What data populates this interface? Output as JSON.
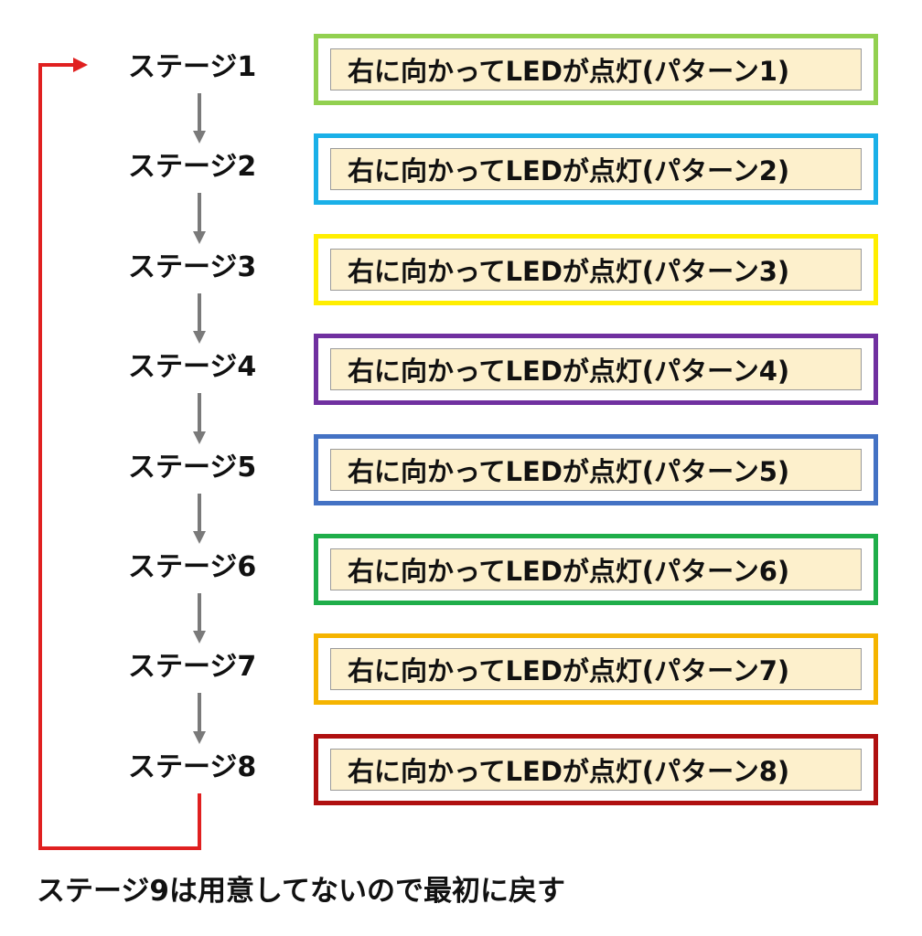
{
  "colors": {
    "loop_arrow": "#e02020",
    "down_arrow": "#7a7a7a",
    "inner_fill": "#fdf0cc",
    "text": "#111111"
  },
  "stages": [
    {
      "label": "ステージ1",
      "pattern": "右に向かってLEDが点灯(パターン1)",
      "border_color": "#92d050"
    },
    {
      "label": "ステージ2",
      "pattern": "右に向かってLEDが点灯(パターン2)",
      "border_color": "#1ab0e8"
    },
    {
      "label": "ステージ3",
      "pattern": "右に向かってLEDが点灯(パターン3)",
      "border_color": "#ffee00"
    },
    {
      "label": "ステージ4",
      "pattern": "右に向かってLEDが点灯(パターン4)",
      "border_color": "#7030a0"
    },
    {
      "label": "ステージ5",
      "pattern": "右に向かってLEDが点灯(パターン5)",
      "border_color": "#4472c4"
    },
    {
      "label": "ステージ6",
      "pattern": "右に向かってLEDが点灯(パターン6)",
      "border_color": "#1fae4a"
    },
    {
      "label": "ステージ7",
      "pattern": "右に向かってLEDが点灯(パターン7)",
      "border_color": "#f5b400"
    },
    {
      "label": "ステージ8",
      "pattern": "右に向かってLEDが点灯(パターン8)",
      "border_color": "#b01010"
    }
  ],
  "footnote": "ステージ9は用意してないので最初に戻す"
}
